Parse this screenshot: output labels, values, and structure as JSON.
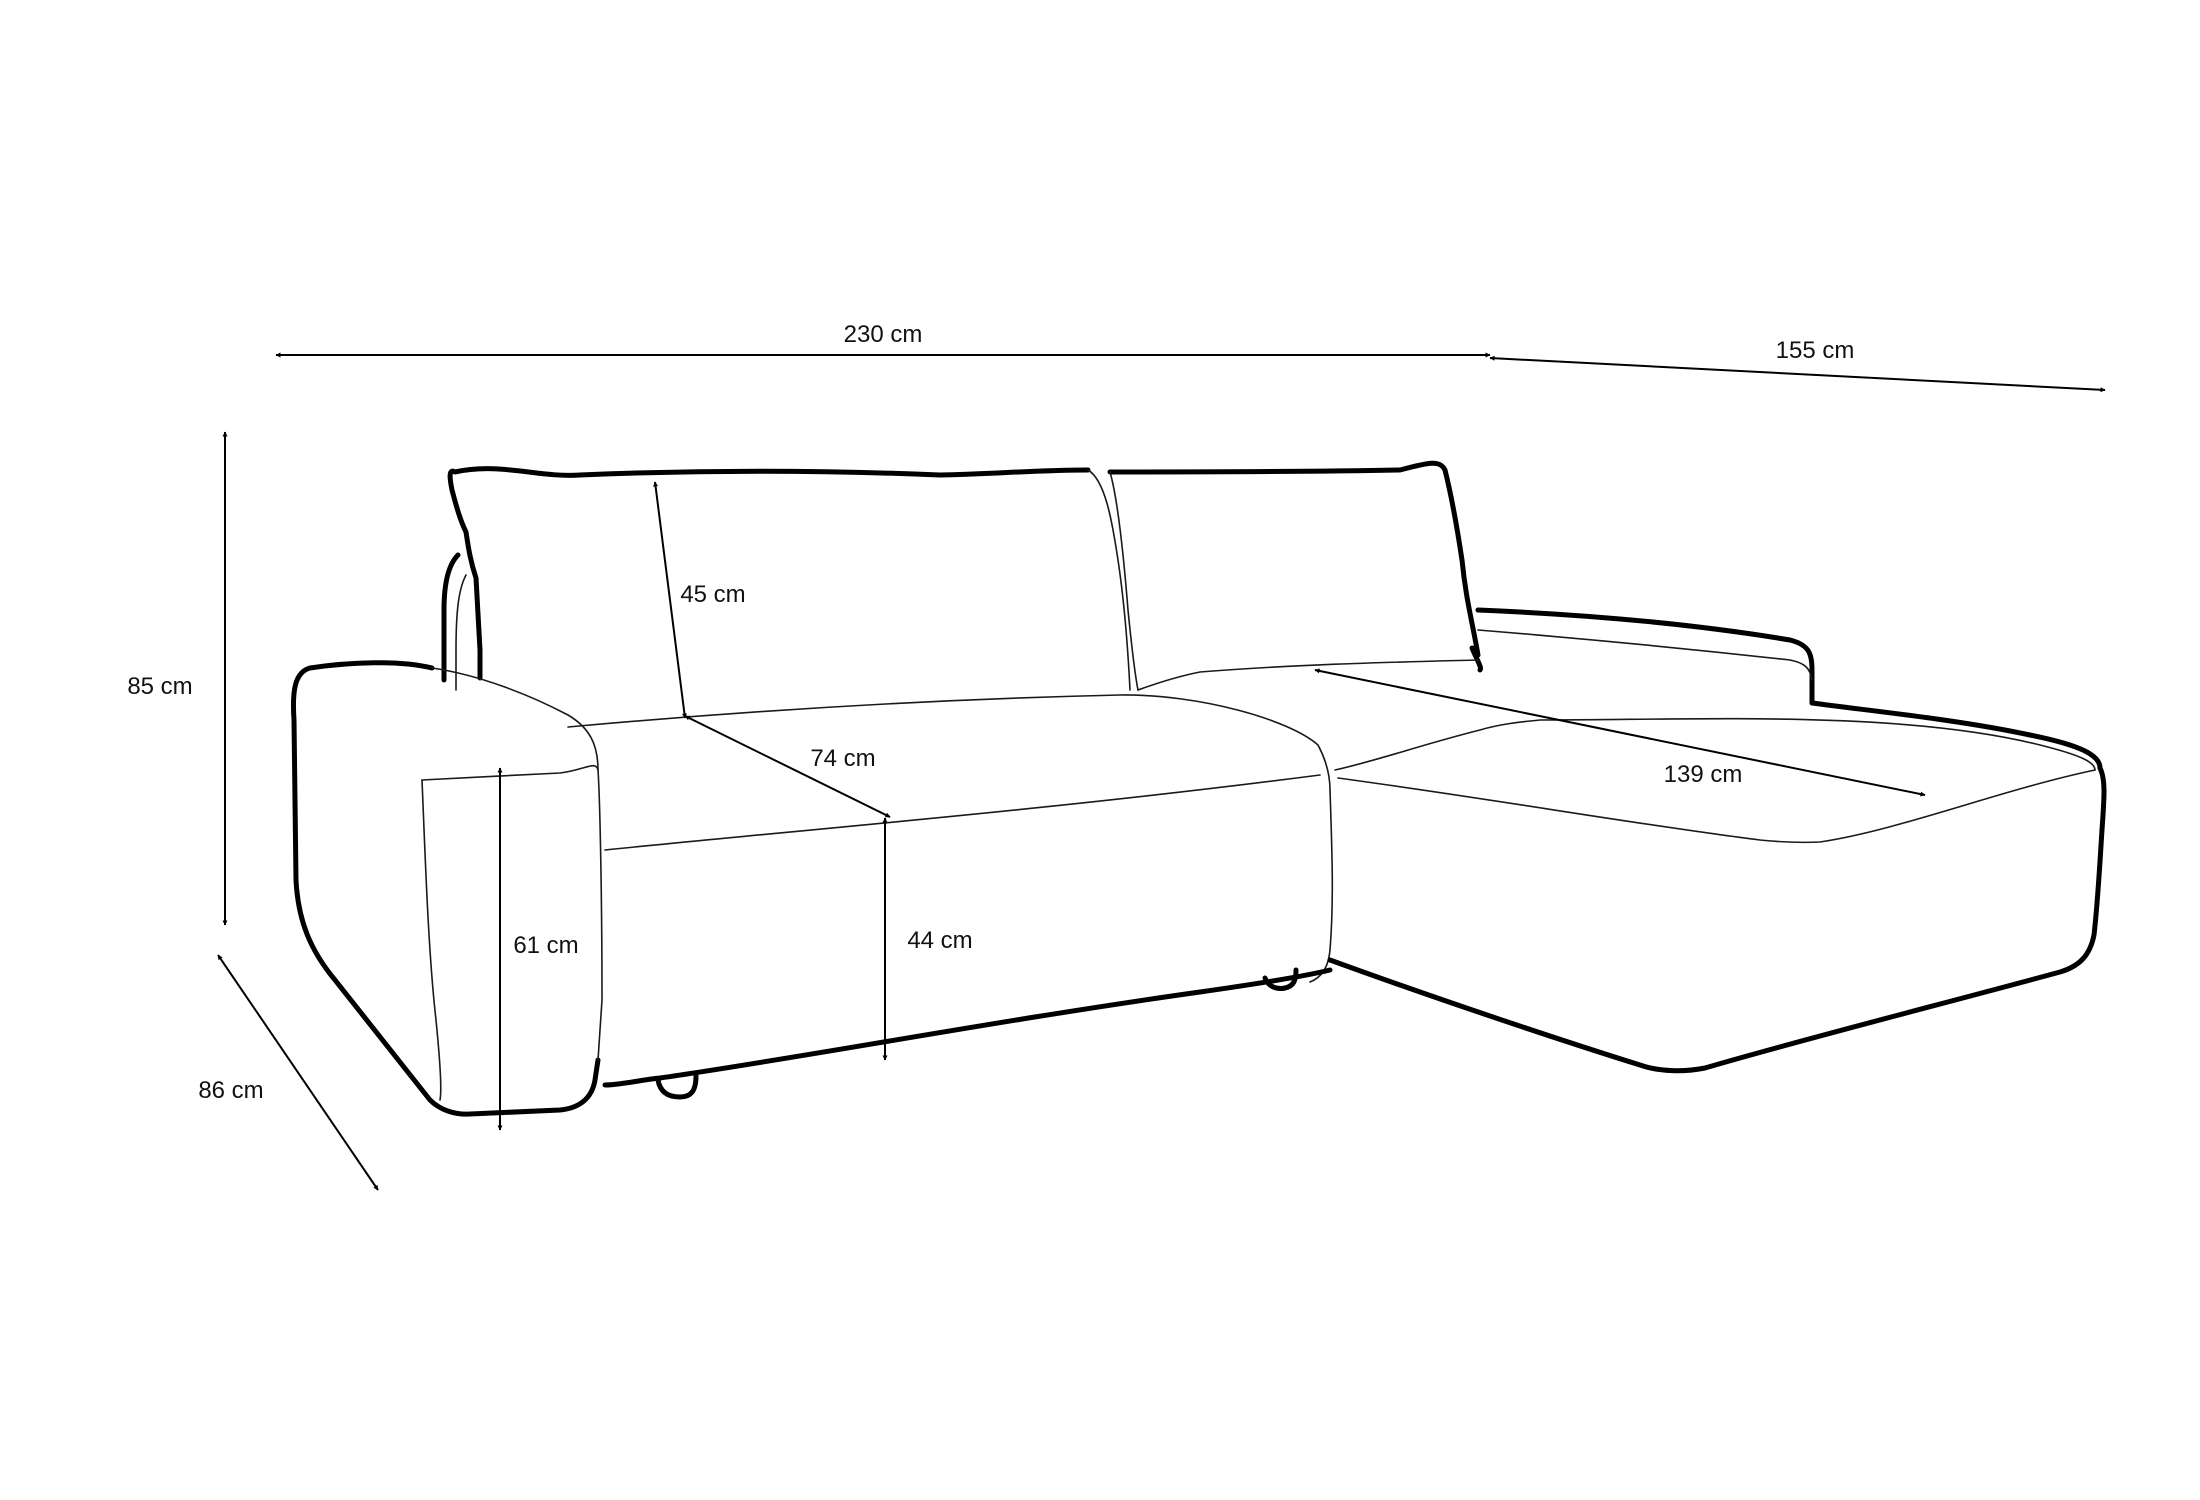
{
  "dimensions": {
    "total_width": "230 cm",
    "chaise_length": "155 cm",
    "total_height": "85 cm",
    "depth": "86 cm",
    "armrest_height": "61 cm",
    "seat_height": "44 cm",
    "backrest_height": "45 cm",
    "seat_depth": "74 cm",
    "chaise_depth": "139 cm"
  },
  "colors": {
    "line": "#000000",
    "background": "#ffffff"
  }
}
